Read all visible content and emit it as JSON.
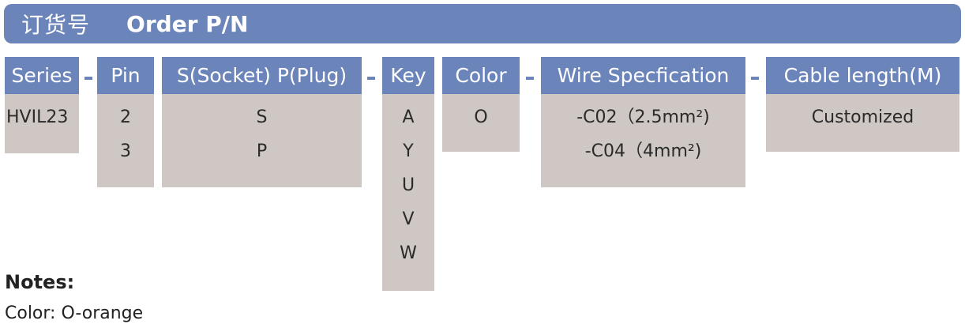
{
  "banner": {
    "cn_title": "订货号",
    "en_title": "Order P/N"
  },
  "columns": [
    {
      "header": "Series",
      "values": [
        "HVIL23"
      ]
    },
    {
      "header": "Pin",
      "values": [
        "2",
        "3"
      ]
    },
    {
      "header": "S(Socket) P(Plug)",
      "values": [
        "S",
        "P"
      ]
    },
    {
      "header": "Key",
      "values": [
        "A",
        "Y",
        "U",
        "V",
        "W"
      ]
    },
    {
      "header": "Color",
      "values": [
        "O"
      ]
    },
    {
      "header": "Wire Specfication",
      "values": [
        "-C02（2.5mm²)",
        "-C04（4mm²)"
      ]
    },
    {
      "header": "Cable length(M)",
      "values": [
        "Customized"
      ]
    }
  ],
  "notes": {
    "title": "Notes:",
    "line": "Color: O-orange"
  },
  "colors": {
    "header_blue": "#6b85bb",
    "cell_gray": "#cec7c3"
  }
}
